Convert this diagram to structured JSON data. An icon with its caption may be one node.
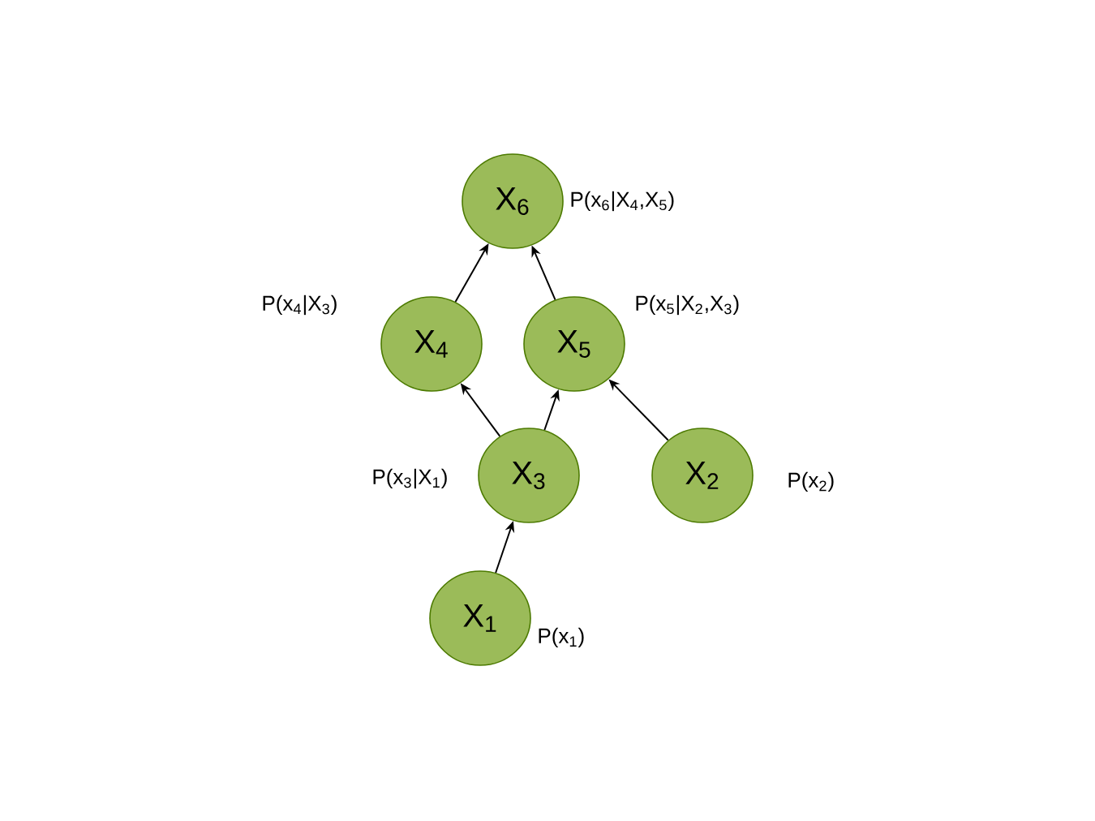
{
  "diagram": {
    "nodes": [
      {
        "text": [
          "X$_{6}$"
        ],
        "beside": [
          "P(x$_{6}$|X$_{4}$,X$_{5}$)"
        ]
      },
      {
        "text": [
          "X$_{4}$"
        ],
        "beside": [
          "P(x$_{4}$|X$_{3}$)"
        ]
      },
      {
        "text": [
          "X$_{5}$"
        ],
        "beside": [
          "P(x$_{5}$|X$_{2}$,X$_{3}$)"
        ]
      },
      {
        "text": [
          "X$_{3}$"
        ],
        "beside": [
          "P(x$_{3}$|X$_{1}$)"
        ]
      },
      {
        "text": [
          "X$_{2}$"
        ],
        "beside": [
          "P(x$_{2}$)"
        ]
      },
      {
        "text": [
          "X$_{1}$"
        ],
        "beside": [
          "P(x$_{1}$)"
        ]
      }
    ],
    "edges": [
      {
        "from": 5,
        "to": 3,
        "arrow": "to"
      },
      {
        "from": 3,
        "to": 1,
        "arrow": "to"
      },
      {
        "from": 3,
        "to": 2,
        "arrow": "to"
      },
      {
        "from": 4,
        "to": 2,
        "arrow": "to"
      },
      {
        "from": 1,
        "to": 0,
        "arrow": "to"
      },
      {
        "from": 2,
        "to": 0,
        "arrow": "to"
      }
    ]
  }
}
